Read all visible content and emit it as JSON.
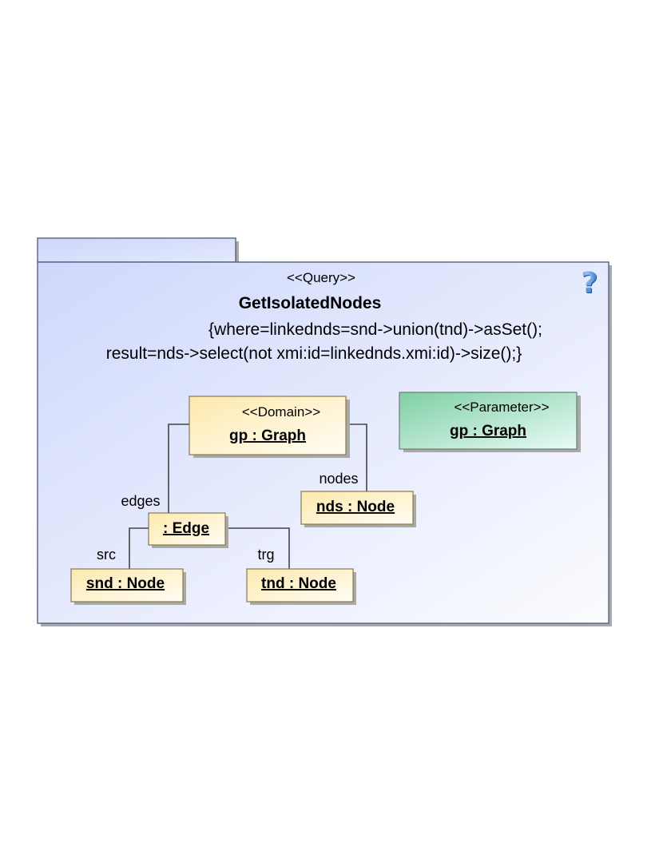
{
  "package": {
    "stereotype": "<<Query>>",
    "name": "GetIsolatedNodes",
    "constraint_line1": "{where=linkednds=snd->union(tnd)->asSet();",
    "constraint_line2": "result=nds->select(not xmi:id=linkednds.xmi:id)->size();}",
    "help_icon": "question-mark-icon"
  },
  "objects": {
    "graph": {
      "stereotype": "<<Domain>>",
      "label": "gp : Graph"
    },
    "parameter": {
      "stereotype": "<<Parameter>>",
      "label": "gp : Graph"
    },
    "nds": {
      "label": "nds : Node"
    },
    "edge": {
      "label": ": Edge"
    },
    "snd": {
      "label": "snd : Node"
    },
    "tnd": {
      "label": "tnd : Node"
    }
  },
  "links": {
    "edges": "edges",
    "nodes": "nodes",
    "src": "src",
    "trg": "trg"
  },
  "colors": {
    "package_fill_start": "#cfd8fb",
    "package_fill_end": "#fbfcff",
    "package_border": "#5c6b8a",
    "object_fill": "#fdf0c4",
    "parameter_fill": "#8fd6b1",
    "shadow": "#9a9a9a",
    "help_icon": "#2f7fd6"
  }
}
